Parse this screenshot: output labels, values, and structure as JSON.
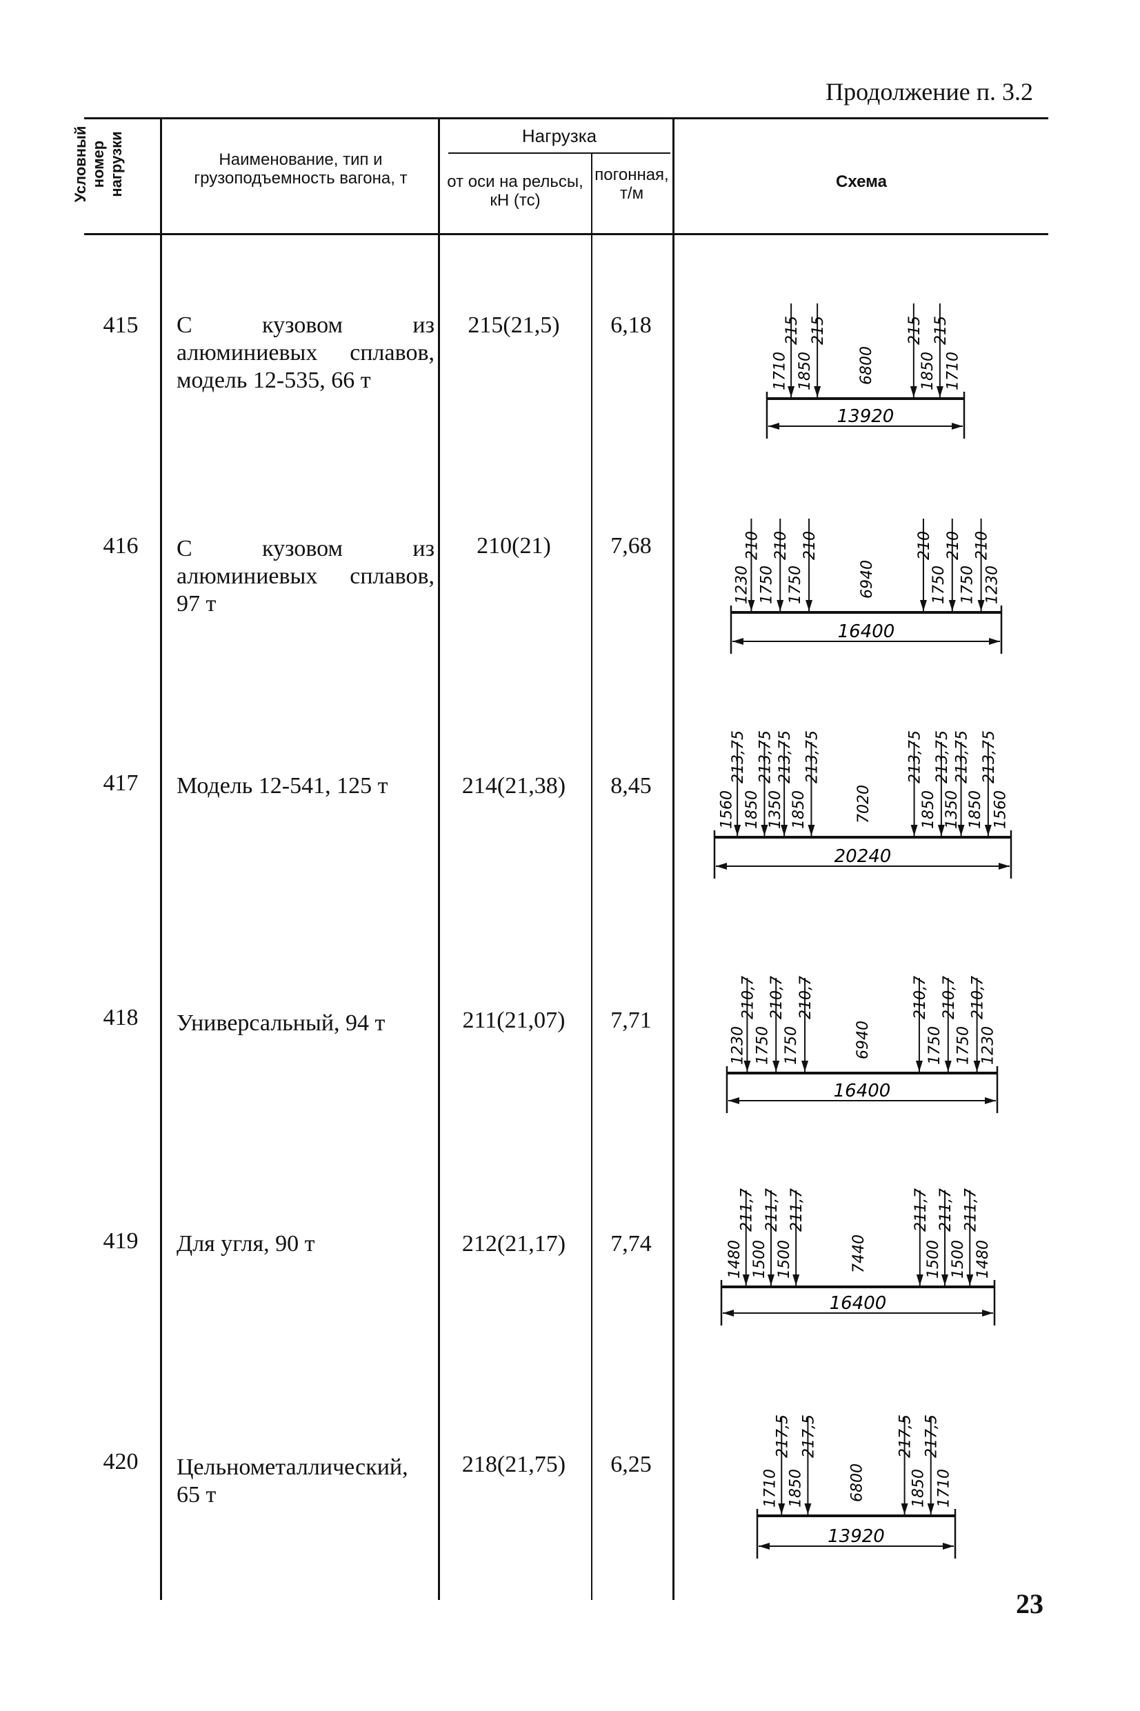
{
  "continuation": "Продолжение п. 3.2",
  "header": {
    "col_num": "Условный номер нагрузки",
    "col_name": "Наименование, тип и грузоподъемность вагона, т",
    "col_load": "Нагрузка",
    "col_axle": "от оси на рельсы, кН (тс)",
    "col_linear": "погонная, т/м",
    "col_scheme": "Схема"
  },
  "rows": [
    {
      "num": "415",
      "name": "С кузовом из алюминиевых сплавов, модель 12-535, 66 т",
      "axle_load": "215(21,5)",
      "linear_load": "6,18",
      "scheme": {
        "total": "13920",
        "forces": [
          "215",
          "215",
          "215",
          "215"
        ],
        "gaps": [
          "1710",
          "1850",
          "6800",
          "1850",
          "1710"
        ]
      }
    },
    {
      "num": "416",
      "name": "С кузовом из алюминиевых сплавов, 97 т",
      "axle_load": "210(21)",
      "linear_load": "7,68",
      "scheme": {
        "total": "16400",
        "forces": [
          "210",
          "210",
          "210",
          "210",
          "210",
          "210"
        ],
        "gaps": [
          "1230",
          "1750",
          "1750",
          "6940",
          "1750",
          "1750",
          "1230"
        ]
      }
    },
    {
      "num": "417",
      "name": "Модель 12-541, 125 т",
      "axle_load": "214(21,38)",
      "linear_load": "8,45",
      "scheme": {
        "total": "20240",
        "forces": [
          "213,75",
          "213,75",
          "213,75",
          "213,75",
          "213,75",
          "213,75",
          "213,75",
          "213,75"
        ],
        "gaps": [
          "1560",
          "1850",
          "1350",
          "1850",
          "7020",
          "1850",
          "1350",
          "1850",
          "1560"
        ]
      }
    },
    {
      "num": "418",
      "name": "Универсальный, 94 т",
      "axle_load": "211(21,07)",
      "linear_load": "7,71",
      "scheme": {
        "total": "16400",
        "forces": [
          "210,7",
          "210,7",
          "210,7",
          "210,7",
          "210,7",
          "210,7"
        ],
        "gaps": [
          "1230",
          "1750",
          "1750",
          "6940",
          "1750",
          "1750",
          "1230"
        ]
      }
    },
    {
      "num": "419",
      "name": "Для угля, 90 т",
      "axle_load": "212(21,17)",
      "linear_load": "7,74",
      "scheme": {
        "total": "16400",
        "forces": [
          "211,7",
          "211,7",
          "211,7",
          "211,7",
          "211,7",
          "211,7"
        ],
        "gaps": [
          "1480",
          "1500",
          "1500",
          "7440",
          "1500",
          "1500",
          "1480"
        ]
      }
    },
    {
      "num": "420",
      "name": "Цельнометаллический, 65 т",
      "axle_load": "218(21,75)",
      "linear_load": "6,25",
      "scheme": {
        "total": "13920",
        "forces": [
          "217,5",
          "217,5",
          "217,5",
          "217,5"
        ],
        "gaps": [
          "1710",
          "1850",
          "6800",
          "1850",
          "1710"
        ]
      }
    }
  ],
  "page_number": "23"
}
